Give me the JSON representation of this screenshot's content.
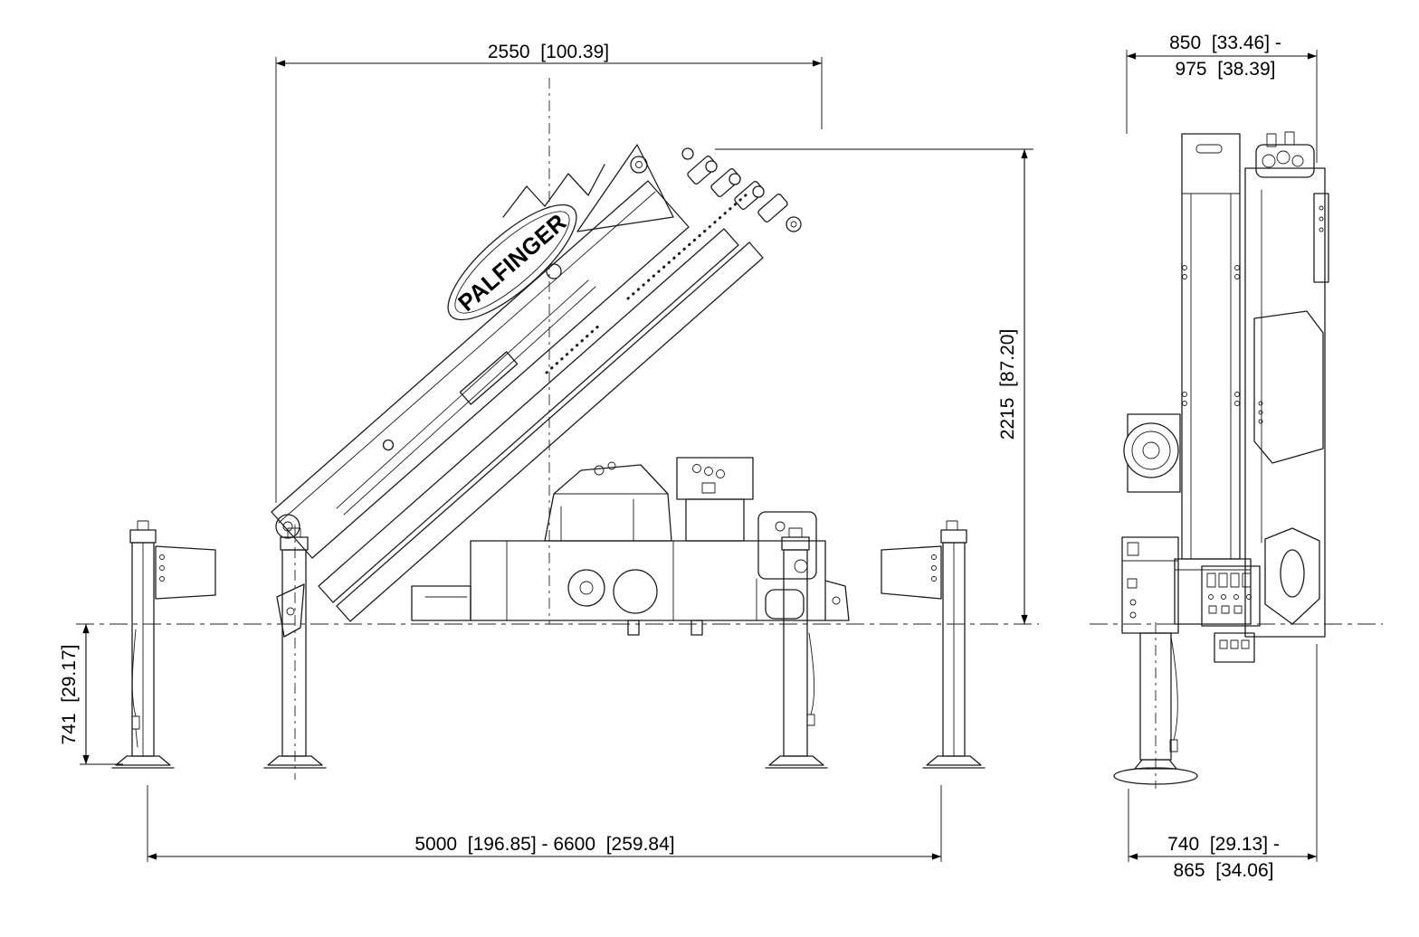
{
  "colors": {
    "background": "#ffffff",
    "line": "#1c1c1c"
  },
  "logo": {
    "text": "PALFINGER"
  },
  "dimensions": {
    "boom_horizontal": "2550  [100.39]",
    "overall_height": "2215  [87.20]",
    "stabilizer_leg_drop": "741  [29.17]",
    "outrigger_span": "5000  [196.85] - 6600  [259.84]",
    "rear_width_top_line1": "850  [33.46] -",
    "rear_width_top_line2": "975  [38.39]",
    "rear_width_bottom_line1": "740  [29.13] -",
    "rear_width_bottom_line2": "865  [34.06]"
  }
}
